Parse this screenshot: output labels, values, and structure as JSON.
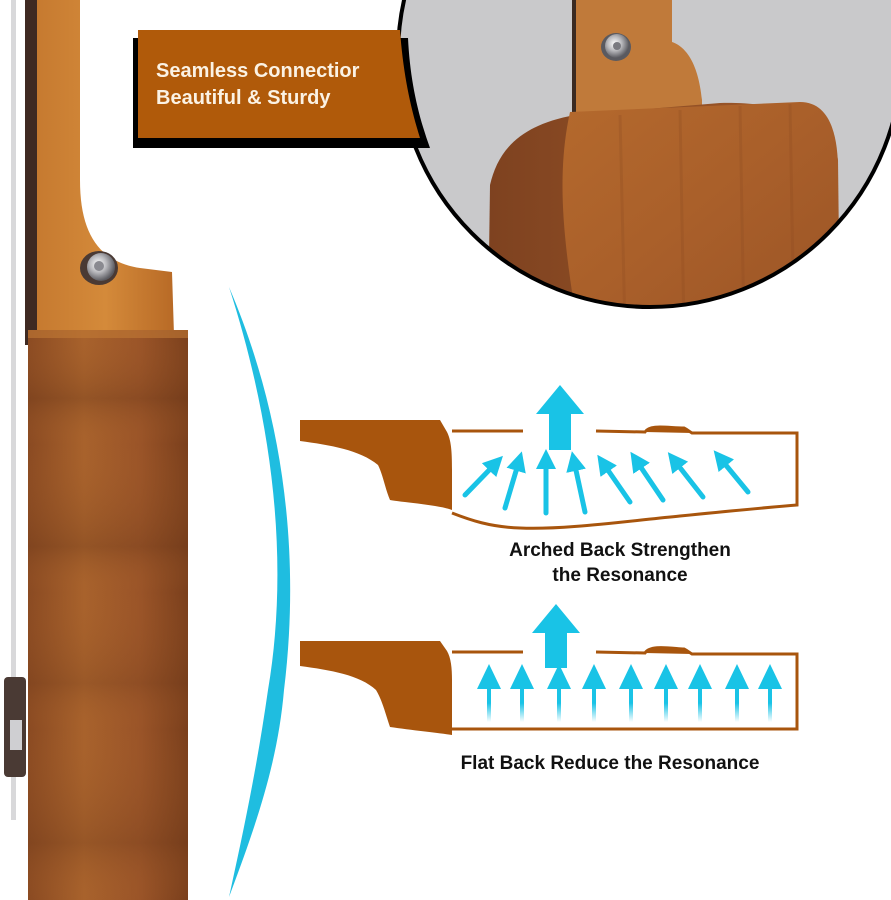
{
  "callout": {
    "line1": "Seamless Connectior",
    "line2": "Beautiful & Sturdy",
    "background_color": "#b05a0a",
    "shadow_color": "#000000",
    "text_color": "#fbf2e4"
  },
  "zoom_circle": {
    "background_color": "#c9c9cb",
    "border_color": "#000000",
    "subject": "ukulele neck heel joint close-up"
  },
  "main_photo": {
    "subject": "ukulele side profile with neck and arched back",
    "wood_color": "#a8622c"
  },
  "arc_indicator": {
    "color": "#1fbde0"
  },
  "diagrams": [
    {
      "id": "arched",
      "caption_line1": "Arched Back Strengthen",
      "caption_line2": "the Resonance",
      "arrow_count": 8,
      "arrow_color": "#19c3e6",
      "body_color": "#a8550d"
    },
    {
      "id": "flat",
      "caption_line1": "Flat Back Reduce the Resonance",
      "arrow_count": 9,
      "arrow_color": "#19c3e6",
      "body_color": "#a8550d"
    }
  ]
}
